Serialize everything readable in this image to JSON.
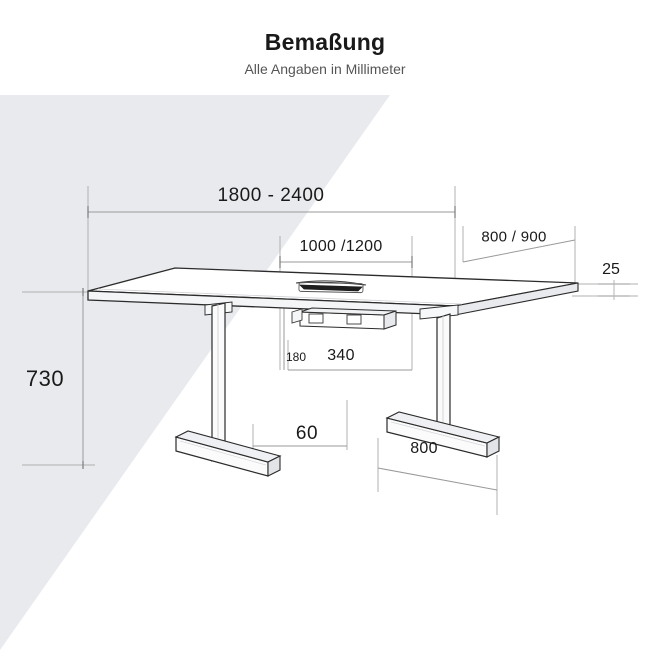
{
  "header": {
    "title": "Bemaßung",
    "subtitle": "Alle Angaben in Millimeter"
  },
  "colors": {
    "background": "#ffffff",
    "wedge": "#e8eaed",
    "outline": "#1a1a1a",
    "dimension_line": "#9a9a9a",
    "text": "#1a1a1a",
    "subtitle_text": "#555555",
    "table_top": "#ffffff",
    "table_shade": "#f2f3f5"
  },
  "drawing": {
    "type": "technical-dimension-drawing",
    "subject": "conference-table",
    "view": "perspective",
    "unit": "mm"
  },
  "dimensions": {
    "width": {
      "name": "table-width",
      "label": "1800 - 2400",
      "orientation": "horizontal",
      "position": "top"
    },
    "inner_width": {
      "name": "leg-inner-span",
      "label": "1000 /1200",
      "orientation": "horizontal",
      "position": "top-inner"
    },
    "depth": {
      "name": "table-depth",
      "label": "800 / 900",
      "orientation": "diagonal",
      "position": "top-right"
    },
    "thickness": {
      "name": "tabletop-thickness",
      "label": "25",
      "orientation": "vertical",
      "position": "right"
    },
    "height": {
      "name": "table-height",
      "label": "730",
      "orientation": "vertical",
      "position": "left"
    },
    "tray_offset": {
      "name": "cable-tray-offset",
      "label": "180",
      "orientation": "vertical",
      "position": "center"
    },
    "tray_width": {
      "name": "cable-tray-width",
      "label": "340",
      "orientation": "horizontal",
      "position": "center"
    },
    "column_width": {
      "name": "leg-column-width",
      "label": "60",
      "orientation": "horizontal",
      "position": "center-lower"
    },
    "foot_depth": {
      "name": "leg-foot-depth",
      "label": "800",
      "orientation": "diagonal",
      "position": "bottom-right"
    }
  }
}
